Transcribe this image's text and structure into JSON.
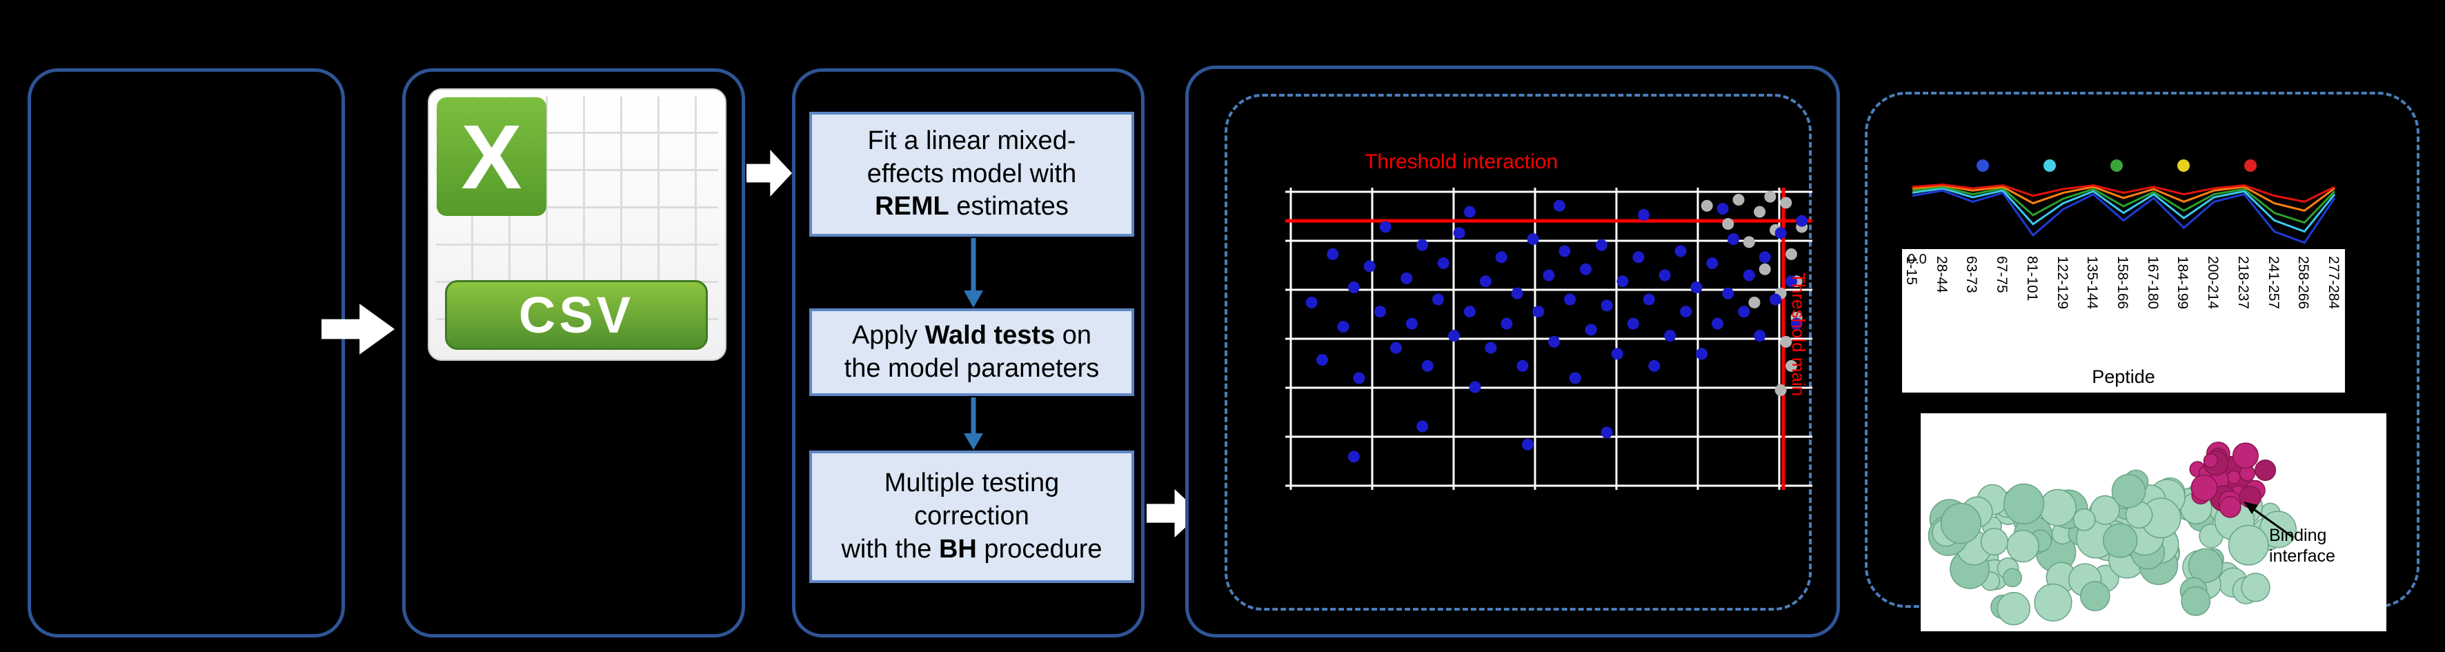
{
  "figure": {
    "csv_icon": {
      "letter": "X",
      "label": "CSV"
    },
    "steps": [
      {
        "lines": [
          [
            {
              "t": "Fit a linear mixed-"
            }
          ],
          [
            {
              "t": "effects model with"
            }
          ],
          [
            {
              "t": "REML",
              "b": true
            },
            {
              "t": " estimates"
            }
          ]
        ]
      },
      {
        "lines": [
          [
            {
              "t": "Apply "
            },
            {
              "t": "Wald tests",
              "b": true
            },
            {
              "t": " on"
            }
          ],
          [
            {
              "t": "the model parameters"
            }
          ]
        ]
      },
      {
        "lines": [
          [
            {
              "t": "Multiple testing"
            }
          ],
          [
            {
              "t": "correction"
            }
          ],
          [
            {
              "t": "with the "
            },
            {
              "t": "BH",
              "b": true
            },
            {
              "t": " procedure"
            }
          ]
        ]
      }
    ]
  },
  "charts": {
    "volcano": {
      "type": "scatter",
      "title": "Threshold interaction",
      "right_label": "Threshold main",
      "threshold_color": "#ff0000",
      "grid_color": "#ffffff",
      "point_color": "#1c1ccd",
      "secondary_point_color": "#b5b5b5",
      "threshold_y_pct": 11,
      "threshold_x_pct": 94.5,
      "grid_cols": 7,
      "grid_rows": 7,
      "points_primary": [
        [
          5,
          38
        ],
        [
          7,
          57
        ],
        [
          9,
          22
        ],
        [
          11,
          46
        ],
        [
          13,
          33
        ],
        [
          14,
          63
        ],
        [
          16,
          26
        ],
        [
          18,
          41
        ],
        [
          19,
          13
        ],
        [
          21,
          53
        ],
        [
          23,
          30
        ],
        [
          24,
          45
        ],
        [
          26,
          19
        ],
        [
          27,
          59
        ],
        [
          29,
          37
        ],
        [
          30,
          25
        ],
        [
          32,
          49
        ],
        [
          33,
          15
        ],
        [
          35,
          41
        ],
        [
          36,
          66
        ],
        [
          38,
          31
        ],
        [
          39,
          53
        ],
        [
          41,
          23
        ],
        [
          42,
          45
        ],
        [
          44,
          35
        ],
        [
          45,
          59
        ],
        [
          47,
          17
        ],
        [
          48,
          41
        ],
        [
          50,
          29
        ],
        [
          51,
          51
        ],
        [
          53,
          21
        ],
        [
          54,
          37
        ],
        [
          55,
          63
        ],
        [
          57,
          27
        ],
        [
          58,
          47
        ],
        [
          60,
          19
        ],
        [
          61,
          39
        ],
        [
          63,
          55
        ],
        [
          64,
          31
        ],
        [
          66,
          45
        ],
        [
          67,
          23
        ],
        [
          69,
          37
        ],
        [
          70,
          59
        ],
        [
          72,
          29
        ],
        [
          73,
          49
        ],
        [
          75,
          21
        ],
        [
          76,
          41
        ],
        [
          78,
          33
        ],
        [
          79,
          55
        ],
        [
          81,
          25
        ],
        [
          82,
          45
        ],
        [
          84,
          35
        ],
        [
          85,
          17
        ],
        [
          87,
          41
        ],
        [
          88,
          29
        ],
        [
          90,
          49
        ],
        [
          91,
          23
        ],
        [
          93,
          37
        ],
        [
          94,
          15
        ],
        [
          96,
          31
        ],
        [
          97,
          45
        ],
        [
          98,
          11
        ],
        [
          26,
          79
        ],
        [
          46,
          85
        ],
        [
          61,
          81
        ],
        [
          13,
          89
        ],
        [
          35,
          8
        ],
        [
          52,
          6
        ],
        [
          68,
          9
        ],
        [
          83,
          7
        ]
      ],
      "points_secondary": [
        [
          80,
          6
        ],
        [
          84,
          12
        ],
        [
          86,
          4
        ],
        [
          88,
          18
        ],
        [
          90,
          8
        ],
        [
          91,
          27
        ],
        [
          93,
          14
        ],
        [
          94,
          35
        ],
        [
          95,
          5
        ],
        [
          96,
          22
        ],
        [
          97,
          43
        ],
        [
          95,
          51
        ],
        [
          96,
          59
        ],
        [
          94,
          67
        ],
        [
          97,
          31
        ],
        [
          92,
          3
        ],
        [
          98,
          13
        ],
        [
          89,
          38
        ]
      ]
    },
    "profile": {
      "type": "line",
      "legend_dot_colors": [
        "#2c4fd8",
        "#45d0e8",
        "#3aa63a",
        "#e8d020",
        "#e02020"
      ],
      "series": [
        {
          "color": "#1f3bd4",
          "values": [
            0.78,
            0.85,
            0.7,
            0.82,
            0.25,
            0.6,
            0.8,
            0.45,
            0.75,
            0.35,
            0.7,
            0.8,
            0.3,
            0.15,
            0.75
          ]
        },
        {
          "color": "#3bc8f0",
          "values": [
            0.82,
            0.88,
            0.76,
            0.85,
            0.4,
            0.68,
            0.84,
            0.55,
            0.8,
            0.48,
            0.76,
            0.84,
            0.45,
            0.3,
            0.8
          ]
        },
        {
          "color": "#2ca02c",
          "values": [
            0.85,
            0.9,
            0.8,
            0.88,
            0.52,
            0.74,
            0.87,
            0.64,
            0.83,
            0.58,
            0.8,
            0.87,
            0.55,
            0.42,
            0.84
          ]
        },
        {
          "color": "#ff7f0e",
          "values": [
            0.88,
            0.92,
            0.85,
            0.9,
            0.68,
            0.82,
            0.9,
            0.75,
            0.87,
            0.7,
            0.85,
            0.9,
            0.68,
            0.58,
            0.88
          ]
        },
        {
          "color": "#e3120b",
          "values": [
            0.9,
            0.93,
            0.88,
            0.92,
            0.78,
            0.87,
            0.92,
            0.82,
            0.9,
            0.8,
            0.88,
            0.92,
            0.78,
            0.7,
            0.9
          ]
        }
      ],
      "y_tick_label": "0.0",
      "x_tick_labels": [
        "1-15",
        "28-44",
        "63-73",
        "67-75",
        "81-101",
        "122-129",
        "135-144",
        "158-166",
        "167-180",
        "184-199",
        "200-214",
        "218-237",
        "241-257",
        "258-266",
        "277-284"
      ],
      "x_axis_title": "Peptide"
    }
  },
  "protein": {
    "annotation_line1": "Binding",
    "annotation_line2": "interface",
    "body_color": "#a7d7bf",
    "patch_color": "#c02579"
  }
}
